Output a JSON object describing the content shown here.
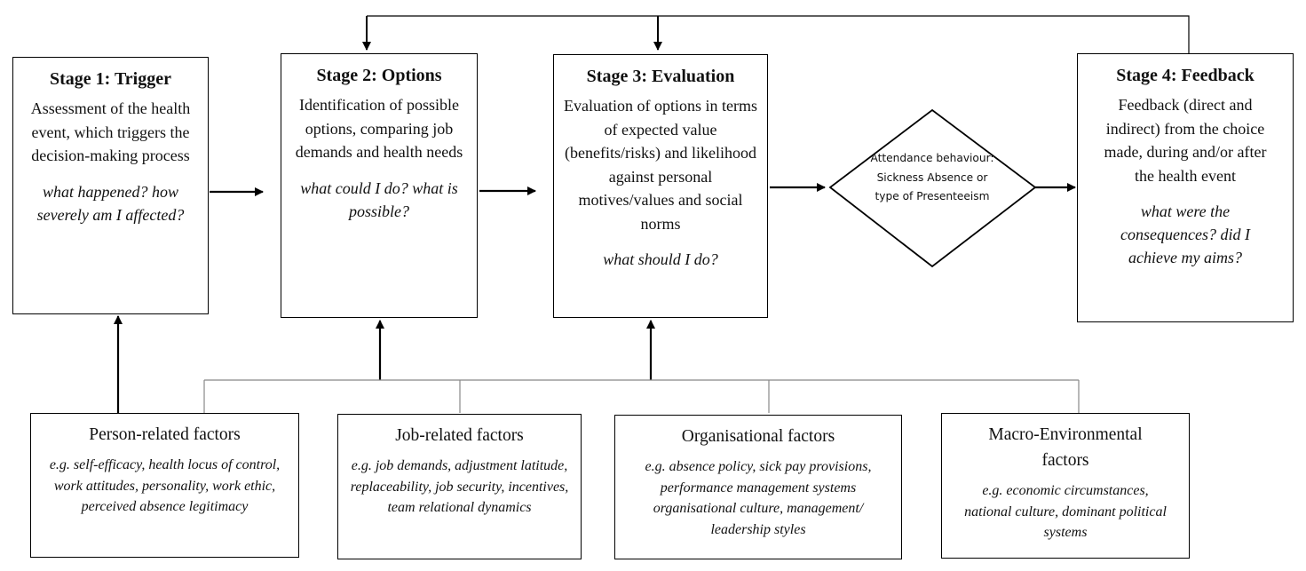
{
  "stages": [
    {
      "title": "Stage 1: Trigger",
      "body": "Assessment of the health event, which triggers the decision-making process",
      "question": "what happened? how severely am I affected?"
    },
    {
      "title": "Stage 2: Options",
      "body": "Identification of possible options, comparing job demands and health needs",
      "question": "what could I do? what is possible?"
    },
    {
      "title": "Stage 3: Evaluation",
      "body": "Evaluation of options in terms of expected value (benefits/risks) and likelihood against personal motives/values and social norms",
      "question": "what should I do?"
    },
    {
      "title": "Stage 4: Feedback",
      "body": "Feedback (direct and indirect) from the choice made, during and/or after the health event",
      "question": "what were the consequences? did I achieve my aims?"
    }
  ],
  "decision": {
    "label": "Attendance behaviour: Sickness Absence or type of Presenteeism"
  },
  "factors": [
    {
      "title": "Person-related factors",
      "examples": "e.g. self-efficacy, health locus of control, work attitudes, personality, work ethic, perceived absence legitimacy"
    },
    {
      "title": "Job-related factors",
      "examples": "e.g. job demands, adjustment latitude, replaceability, job security, incentives, team relational dynamics"
    },
    {
      "title": "Organisational factors",
      "examples": "e.g. absence policy, sick pay provisions, performance management systems organisational culture, management/ leadership styles"
    },
    {
      "title": "Macro-Environmental factors",
      "examples": "e.g. economic circumstances, national culture, dominant political systems"
    }
  ]
}
